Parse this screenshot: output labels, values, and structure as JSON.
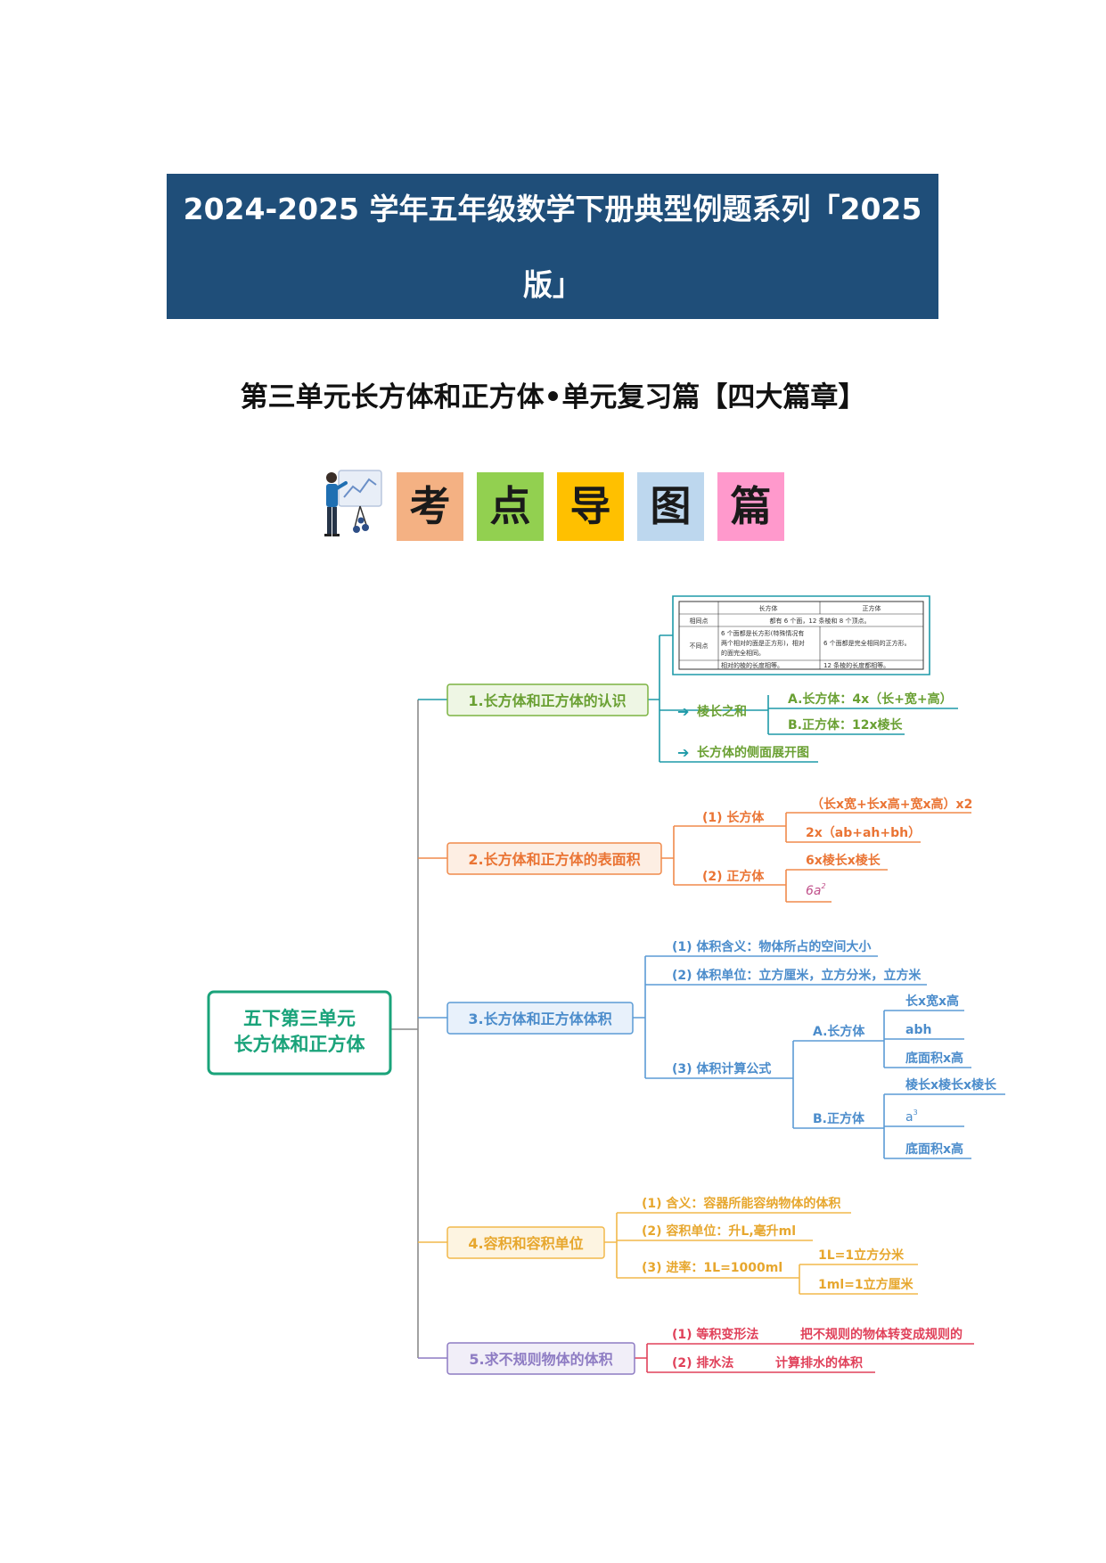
{
  "header": {
    "title_line1": "2024-2025 学年五年级数学下册典型例题系列「2025",
    "title_line2": "版」",
    "subtitle": "第三单元长方体和正方体•单元复习篇【四大篇章】"
  },
  "chapter_tiles": [
    {
      "char": "考",
      "color": "#f4b183"
    },
    {
      "char": "点",
      "color": "#92d050"
    },
    {
      "char": "导",
      "color": "#ffc000"
    },
    {
      "char": "图",
      "color": "#bdd7ee"
    },
    {
      "char": "篇",
      "color": "#ff99cc"
    }
  ],
  "mindmap": {
    "root_line1": "五下第三单元",
    "root_line2": "长方体和正方体",
    "b1": {
      "label": "1.长方体和正方体的认识",
      "table": {
        "h1": "长方体",
        "h2": "正方体",
        "r1_label": "相同点",
        "r1_text": "都有 6 个面，12 条棱和 8 个顶点。",
        "r2_label": "不同点",
        "r2_a1": "6 个面都是长方形(特殊情况有",
        "r2_a2": "两个相对的面是正方形)，相对",
        "r2_a3": "的面完全相同。",
        "r2_b": "6 个面都是完全相同的正方形。",
        "r3_a": "相对的棱的长度相等。",
        "r3_b": "12 条棱的长度都相等。"
      },
      "edge_sum": "棱长之和",
      "edge_a": "A.长方体：4x（长+宽+高）",
      "edge_b": "B.正方体：12x棱长",
      "net": "长方体的侧面展开图"
    },
    "b2": {
      "label": "2.长方体和正方体的表面积",
      "c1": "(1) 长方体",
      "c1a": "（长x宽+长x高+宽x高）x2",
      "c1b": "2x（ab+ah+bh）",
      "c2": "(2) 正方体",
      "c2a": "6x棱长x棱长",
      "c2b_base": "6a",
      "c2b_sup": "2"
    },
    "b3": {
      "label": "3.长方体和正方体体积",
      "c1": "(1) 体积含义：物体所占的空间大小",
      "c2": "(2) 体积单位：立方厘米，立方分米，立方米",
      "c3": "(3) 体积计算公式",
      "a": "A.长方体",
      "a1": "长x宽x高",
      "a2": "abh",
      "a3": "底面积x高",
      "b": "B.正方体",
      "b1": "棱长x棱长x棱长",
      "b2_base": "a",
      "b2_sup": "3",
      "b3": "底面积x高"
    },
    "b4": {
      "label": "4.容积和容积单位",
      "c1": "(1) 含义：容器所能容纳物体的体积",
      "c2": "(2) 容积单位：升L,毫升ml",
      "c3": "(3) 进率：1L=1000ml",
      "c3a": "1L=1立方分米",
      "c3b": "1ml=1立方厘米"
    },
    "b5": {
      "label": "5.求不规则物体的体积",
      "c1": "(1) 等积变形法",
      "c1a": "把不规则的物体转变成规则的",
      "c2": "(2) 排水法",
      "c2a": "计算排水的体积"
    },
    "colors": {
      "root": "#1aa37a",
      "b1": "#7cb342",
      "b1_line": "#1e9aa8",
      "b2": "#f08a4b",
      "b3": "#5b9bd5",
      "b4": "#f2b84b",
      "b5": "#8e7cc3",
      "b5_text": "#e0415a"
    }
  }
}
